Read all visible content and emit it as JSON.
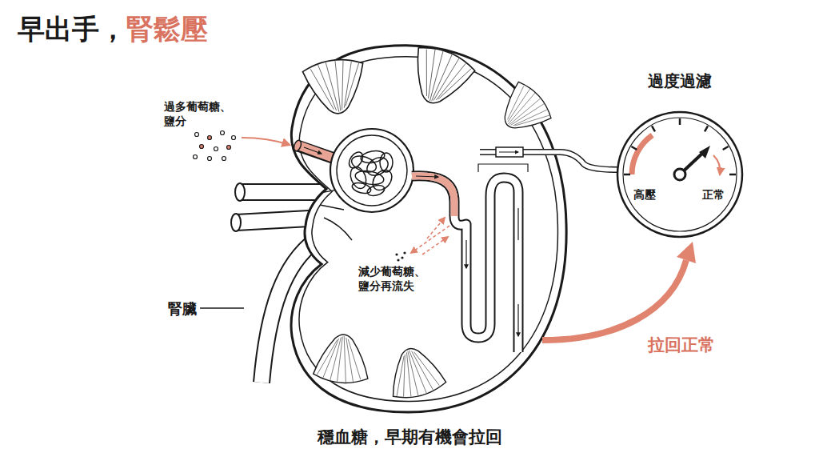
{
  "diagram": {
    "title": "早出手，",
    "caption": "穩血糖，早期有機會拉回",
    "nodes": [
      {
        "text": [
          "過度過濾",
          "高壓",
          "正常"
        ]
      }
    ],
    "labels": [
      "腎鬆壓",
      "過多葡萄糖、 鹽分",
      "減少葡萄糖、 鹽分再流失",
      "腎臟",
      "拉回正常"
    ]
  }
}
